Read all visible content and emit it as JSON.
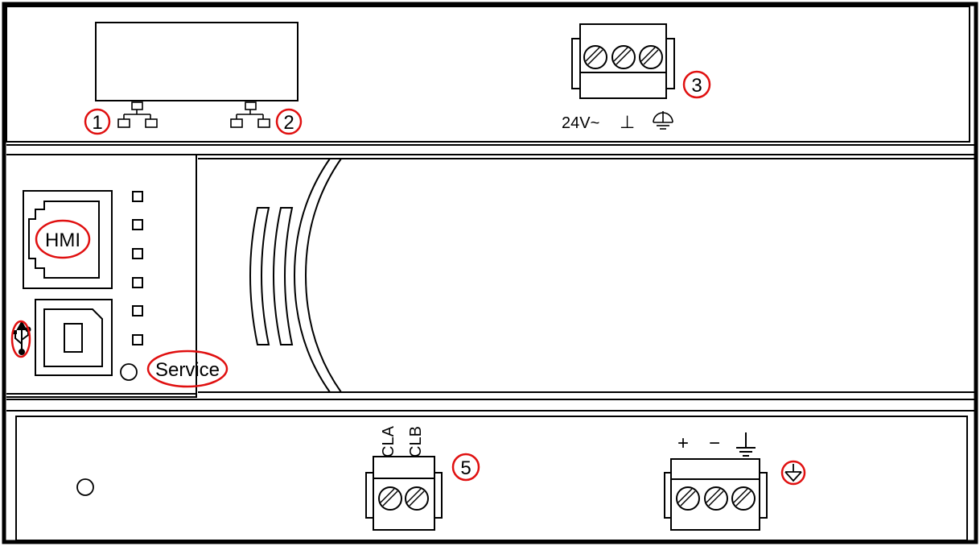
{
  "callouts": {
    "eth1": "1",
    "eth2": "2",
    "power": "3",
    "bus": "5",
    "hmi": "HMI",
    "service": "Service"
  },
  "power_terminal": {
    "voltage_label": "24V~",
    "ground_symbol": "⊥"
  },
  "bus_terminal": {
    "pin_a": "CLA",
    "pin_b": "CLB"
  },
  "output_terminal": {
    "plus": "+",
    "minus": "−"
  },
  "icons": {
    "network": "network-icon",
    "usb": "usb-icon",
    "earth": "earth-ground-icon",
    "protective_earth": "protective-earth-icon"
  },
  "colors": {
    "outline": "#000000",
    "callout": "#e01010",
    "background": "#ffffff"
  }
}
